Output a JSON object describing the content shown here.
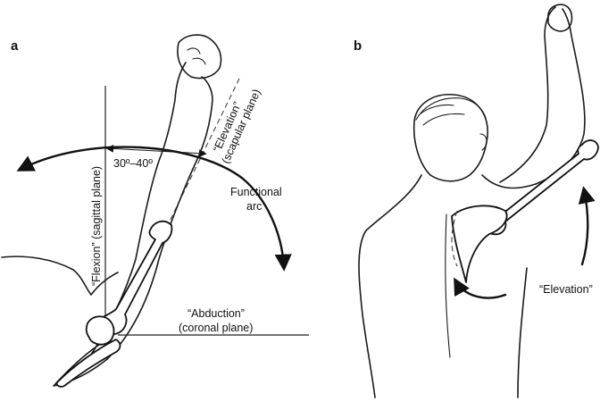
{
  "panels": [
    {
      "letter": "a",
      "labels": {
        "angle": "30º–40º",
        "elevation_line1": "“Elevation”",
        "elevation_line2": "(scapular plane)",
        "flexion": "“Flexion” (sagittal plane)",
        "functional_line1": "Functional",
        "functional_line2": "arc",
        "abduction_line1": "“Abduction”",
        "abduction_line2": "(coronal plane)"
      }
    },
    {
      "letter": "b",
      "labels": {
        "elevation": "“Elevation”"
      }
    }
  ],
  "colors": {
    "ink": "#111111",
    "background": "#ffffff"
  }
}
